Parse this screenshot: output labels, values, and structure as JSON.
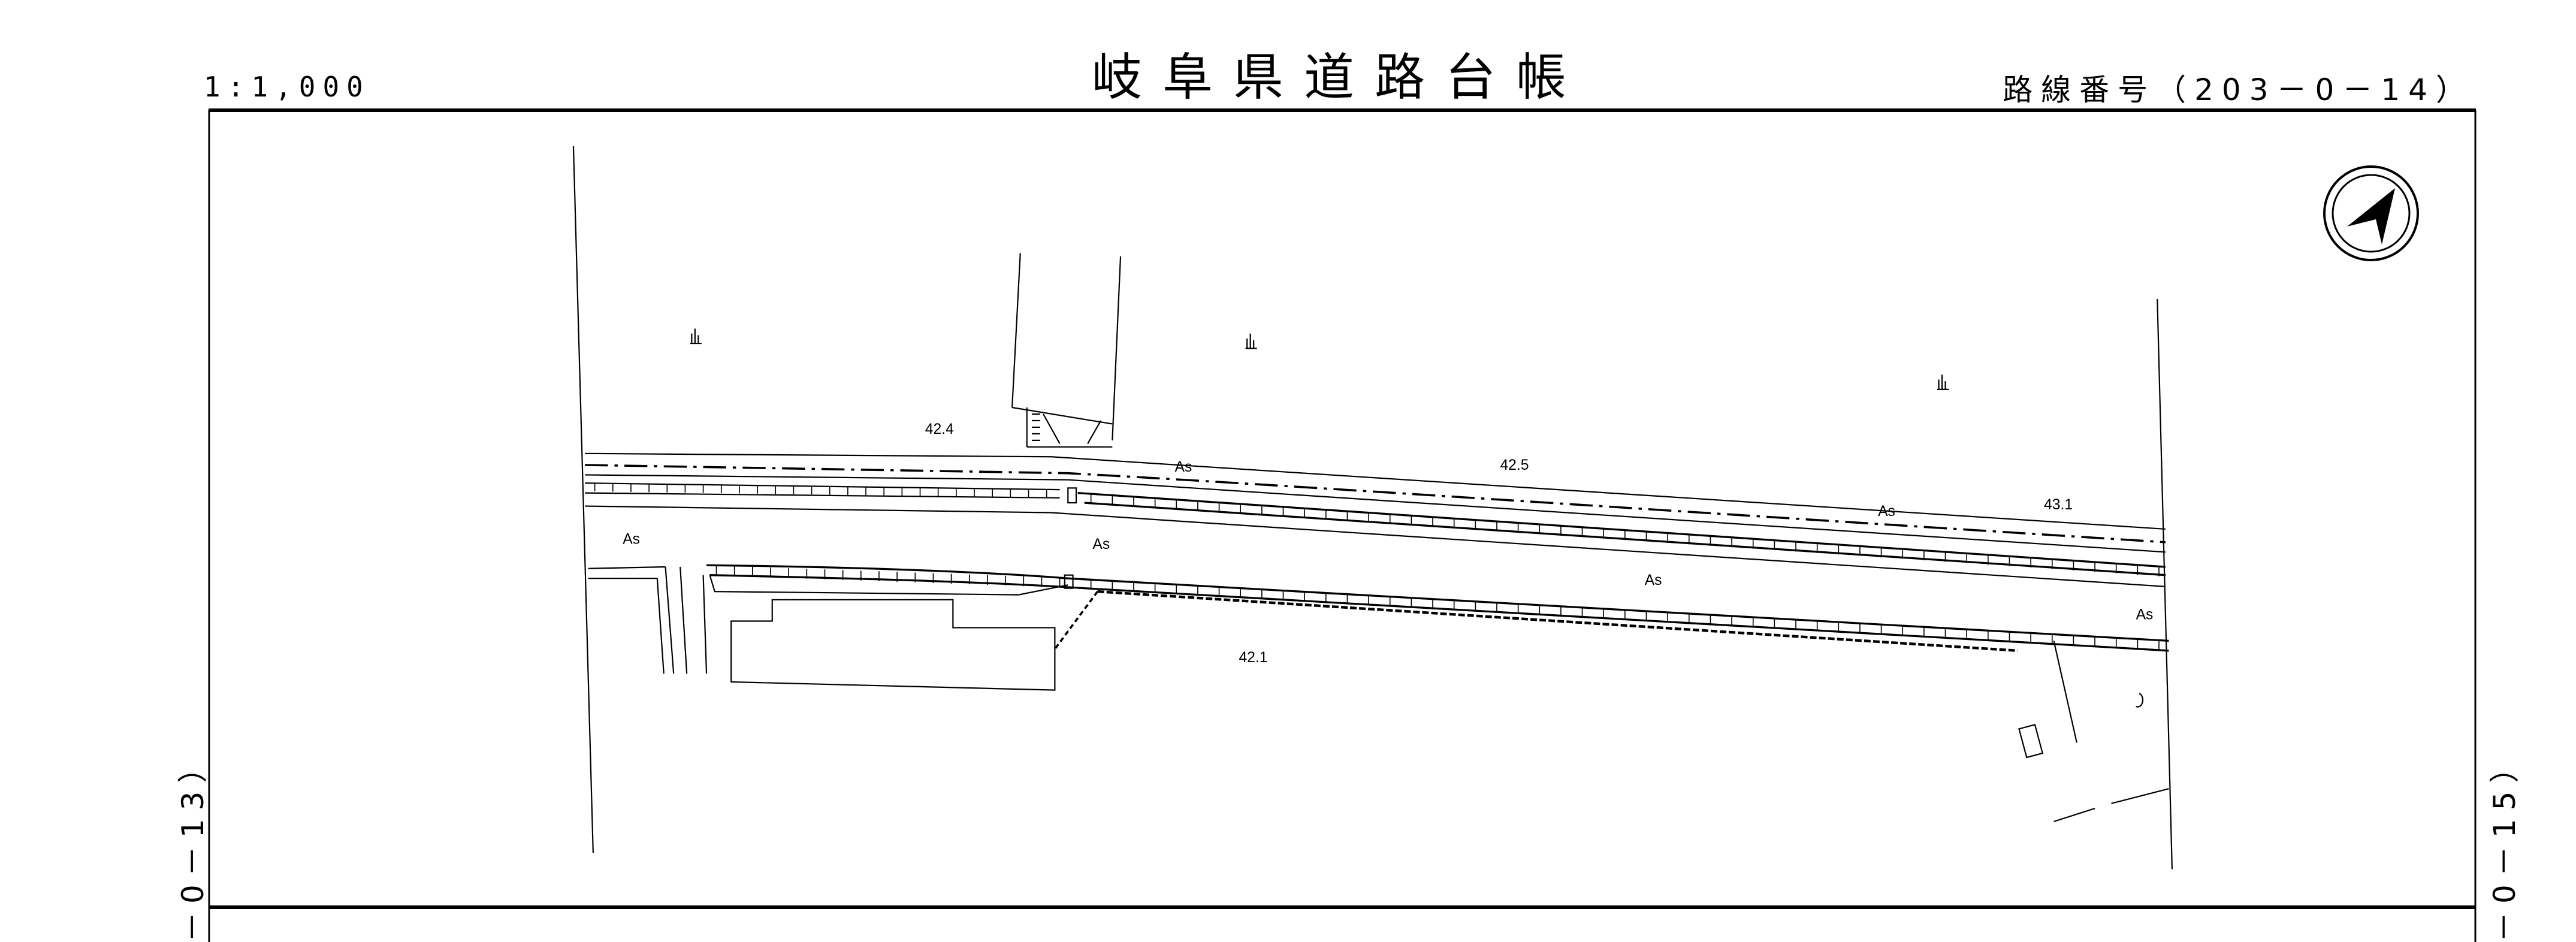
{
  "header": {
    "title": "岐阜県道路台帳",
    "scale": "1:1,000",
    "route_number": "路線番号（203－0－14）"
  },
  "adjacent_sheets": {
    "left": "－0－13）",
    "right": "－0－15）"
  },
  "map_labels": {
    "elevations": [
      "42.4",
      "42.5",
      "43.1",
      "42.1"
    ],
    "surfaces": [
      "As",
      "As",
      "As",
      "As",
      "As",
      "As"
    ]
  },
  "icons": {
    "north_arrow": "north-arrow-icon",
    "vegetation": "grass-symbol-icon"
  }
}
